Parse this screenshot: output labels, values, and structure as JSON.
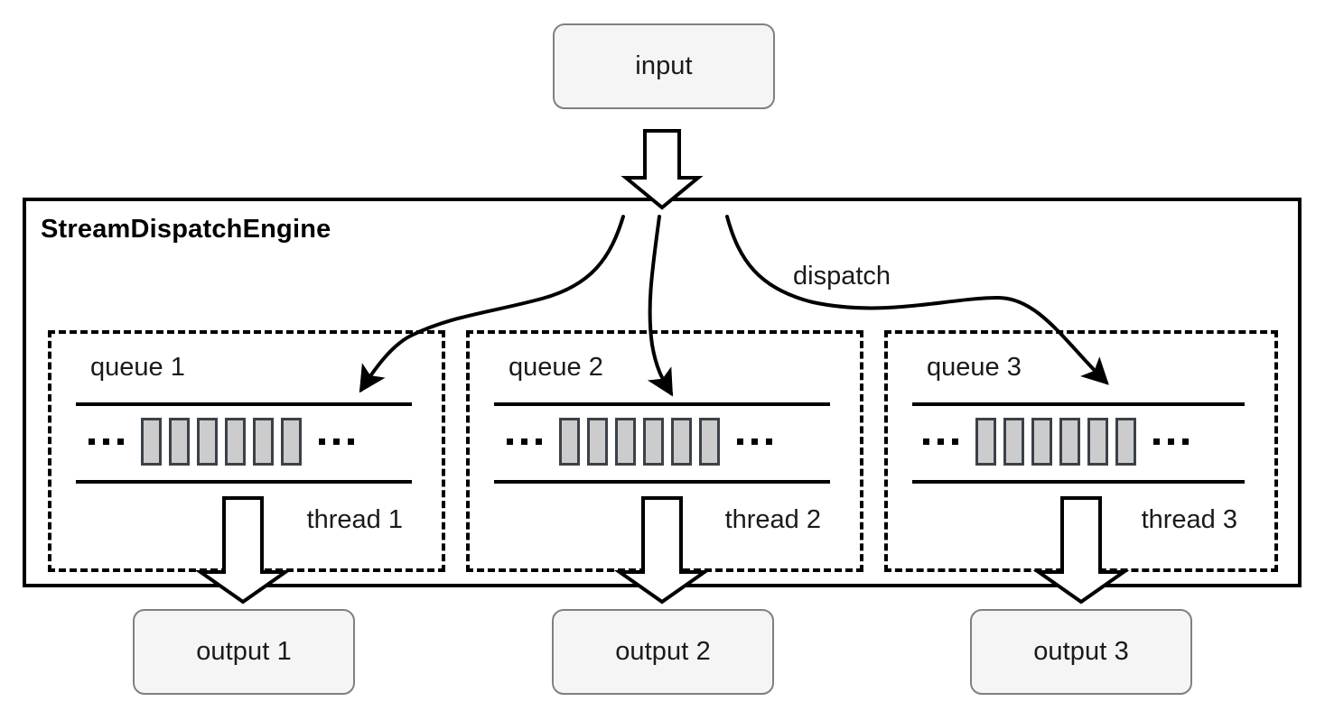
{
  "diagram": {
    "title": "StreamDispatchEngine",
    "input": {
      "label": "input"
    },
    "dispatch": {
      "label": "dispatch"
    },
    "threads": [
      {
        "queue_label": "queue 1",
        "thread_label": "thread 1",
        "cell_count": 6,
        "left_ellipsis": "...",
        "right_ellipsis": "...",
        "output_label": "output 1"
      },
      {
        "queue_label": "queue 2",
        "thread_label": "thread 2",
        "cell_count": 6,
        "left_ellipsis": "...",
        "right_ellipsis": "...",
        "output_label": "output 2"
      },
      {
        "queue_label": "queue 3",
        "thread_label": "thread 3",
        "cell_count": 6,
        "left_ellipsis": "...",
        "right_ellipsis": "...",
        "output_label": "output 3"
      }
    ],
    "colors": {
      "background": "#ffffff",
      "stroke": "#000000",
      "terminal_fill": "#f5f5f5",
      "terminal_border": "#808080",
      "cell_fill": "#cccccc",
      "cell_border": "#3b4148",
      "text": "#1a1a1a"
    }
  }
}
